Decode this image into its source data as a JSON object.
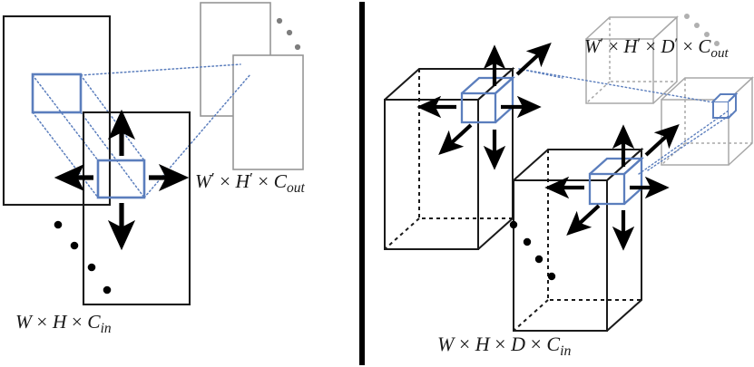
{
  "figure": {
    "title_none": "",
    "panels": [
      {
        "id": "left-panel-2d",
        "name": "2D convolution diagram",
        "input_label": "W × H × C_in",
        "input_label_parts": {
          "w": "W",
          "times1": "×",
          "h": "H",
          "times2": "×",
          "c": "C",
          "c_sub": "in"
        },
        "output_label": "W' × H' × C_out",
        "output_label_parts": {
          "w": "W",
          "w_prime": "′",
          "times1": "×",
          "h": "H",
          "h_prime": "′",
          "times2": "×",
          "c": "C",
          "c_sub": "out"
        },
        "input_planes": 2,
        "output_planes": 2,
        "ellipsis_dots_input": 4,
        "ellipsis_dots_output": 3,
        "kernel_arrows": [
          "up",
          "down",
          "left",
          "right"
        ]
      },
      {
        "id": "right-panel-3d",
        "name": "3D convolution diagram",
        "input_label": "W × H × D × C_in",
        "input_label_parts": {
          "w": "W",
          "times1": "×",
          "h": "H",
          "times2": "×",
          "d": "D",
          "times3": "×",
          "c": "C",
          "c_sub": "in"
        },
        "output_label": "W' × H' × D' × C_out",
        "output_label_parts": {
          "w": "W",
          "w_prime": "′",
          "times1": "×",
          "h": "H",
          "h_prime": "′",
          "times2": "×",
          "d": "D",
          "d_prime": "′",
          "times3": "×",
          "c": "C",
          "c_sub": "out"
        },
        "input_volumes": 2,
        "output_volumes": 2,
        "ellipsis_dots_input": 4,
        "ellipsis_dots_output": 4,
        "kernel_arrows": [
          "up",
          "down",
          "left",
          "right",
          "forward",
          "backward"
        ]
      }
    ],
    "divider": {
      "name": "vertical-divider",
      "orientation": "vertical"
    },
    "colors": {
      "input_outline": "#1a1a1a",
      "output_outline": "#969696",
      "kernel_outline": "#5b7ebd",
      "projection_line": "#5b7ebd",
      "arrow": "#000000",
      "dot": "#000000",
      "text": "#1a1a1a",
      "background": "#ffffff"
    }
  }
}
